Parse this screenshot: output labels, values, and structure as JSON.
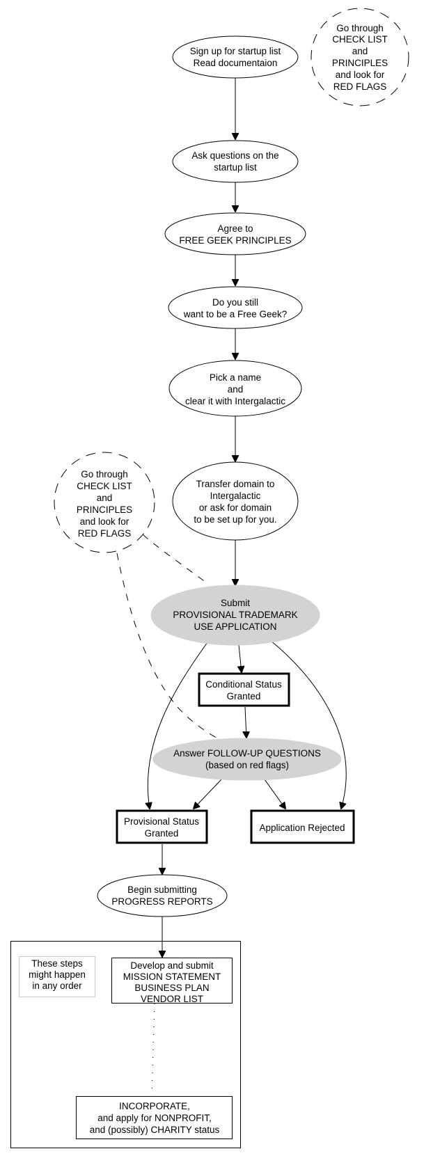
{
  "diagram": {
    "nodes": [
      {
        "id": "signup",
        "shape": "ellipse",
        "lines": [
          "Sign up for startup list",
          "Read documentaion"
        ]
      },
      {
        "id": "checklist_top",
        "shape": "dashed-circle",
        "lines": [
          "Go through",
          "CHECK LIST",
          "and",
          "PRINCIPLES",
          "and look for",
          "RED FLAGS"
        ]
      },
      {
        "id": "ask",
        "shape": "ellipse",
        "lines": [
          "Ask questions on the",
          "startup list"
        ]
      },
      {
        "id": "agree",
        "shape": "ellipse",
        "lines": [
          "Agree to",
          "FREE GEEK PRINCIPLES"
        ]
      },
      {
        "id": "still",
        "shape": "ellipse",
        "lines": [
          "Do you still",
          "want to be a Free Geek?"
        ]
      },
      {
        "id": "pickname",
        "shape": "ellipse",
        "lines": [
          "Pick a name",
          "and",
          "clear it with Intergalactic"
        ]
      },
      {
        "id": "transfer",
        "shape": "ellipse",
        "lines": [
          "Transfer domain to",
          "Intergalactic",
          "or ask for domain",
          "to be set up for you."
        ]
      },
      {
        "id": "checklist_left",
        "shape": "dashed-circle",
        "lines": [
          "Go through",
          "CHECK LIST",
          "and",
          "PRINCIPLES",
          "and look for",
          "RED FLAGS"
        ]
      },
      {
        "id": "submit",
        "shape": "gray-ellipse",
        "lines": [
          "Submit",
          "PROVISIONAL TRADEMARK",
          "USE APPLICATION"
        ]
      },
      {
        "id": "conditional",
        "shape": "bold-box",
        "lines": [
          "Conditional Status",
          "Granted"
        ]
      },
      {
        "id": "followup",
        "shape": "gray-ellipse",
        "lines": [
          "Answer FOLLOW-UP QUESTIONS",
          "(based on red flags)"
        ]
      },
      {
        "id": "provisional",
        "shape": "bold-box",
        "lines": [
          "Provisional Status",
          "Granted"
        ]
      },
      {
        "id": "rejected",
        "shape": "bold-box",
        "lines": [
          "Application Rejected"
        ]
      },
      {
        "id": "progress",
        "shape": "ellipse",
        "lines": [
          "Begin submitting",
          "PROGRESS REPORTS"
        ]
      },
      {
        "id": "note",
        "shape": "note-box",
        "lines": [
          "These steps",
          "might happen",
          "in any order"
        ]
      },
      {
        "id": "mission",
        "shape": "box",
        "lines": [
          "Develop and submit",
          "MISSION STATEMENT",
          "BUSINESS PLAN",
          "VENDOR LIST"
        ]
      },
      {
        "id": "incorporate",
        "shape": "box",
        "lines": [
          "INCORPORATE,",
          "and apply for NONPROFIT,",
          "and (possibly) CHARITY status"
        ]
      }
    ],
    "edges": [
      {
        "from": "signup",
        "to": "ask",
        "style": "solid"
      },
      {
        "from": "ask",
        "to": "agree",
        "style": "solid"
      },
      {
        "from": "agree",
        "to": "still",
        "style": "solid"
      },
      {
        "from": "still",
        "to": "pickname",
        "style": "solid"
      },
      {
        "from": "pickname",
        "to": "transfer",
        "style": "solid"
      },
      {
        "from": "transfer",
        "to": "submit",
        "style": "solid"
      },
      {
        "from": "checklist_left",
        "to": "submit",
        "style": "dashed"
      },
      {
        "from": "checklist_left",
        "to": "followup",
        "style": "dashed"
      },
      {
        "from": "submit",
        "to": "conditional",
        "style": "solid"
      },
      {
        "from": "submit",
        "to": "provisional",
        "style": "solid"
      },
      {
        "from": "submit",
        "to": "rejected",
        "style": "solid"
      },
      {
        "from": "conditional",
        "to": "followup",
        "style": "solid"
      },
      {
        "from": "followup",
        "to": "provisional",
        "style": "solid"
      },
      {
        "from": "followup",
        "to": "rejected",
        "style": "solid"
      },
      {
        "from": "provisional",
        "to": "progress",
        "style": "solid"
      },
      {
        "from": "progress",
        "to": "mission",
        "style": "solid"
      },
      {
        "from": "mission",
        "to": "incorporate",
        "style": "dotted"
      }
    ]
  }
}
